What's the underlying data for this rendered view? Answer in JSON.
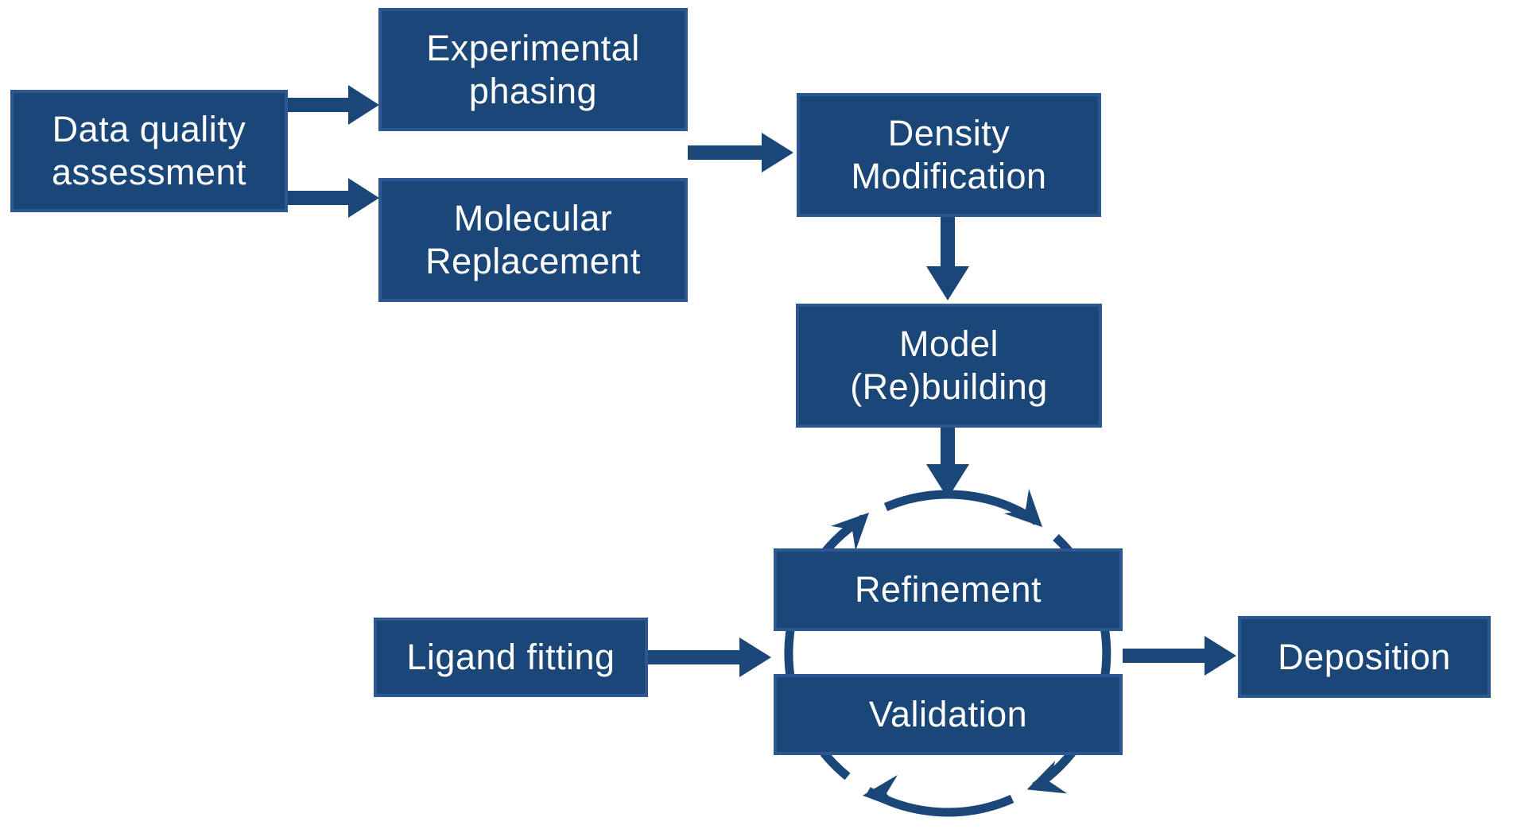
{
  "diagram": {
    "background_color": "#FFFFFF",
    "colors": {
      "box_fill": "#1B4678",
      "box_border": "#2C5792",
      "arrow": "#1B4678",
      "text": "#FFFFFF"
    },
    "nodes": {
      "data_quality": {
        "line1": "Data quality",
        "line2": "assessment"
      },
      "experimental_phasing": {
        "line1": "Experimental",
        "line2": "phasing"
      },
      "molecular_replacement": {
        "line1": "Molecular",
        "line2": "Replacement"
      },
      "density_modification": {
        "line1": "Density",
        "line2": "Modification"
      },
      "model_rebuilding": {
        "line1": "Model",
        "line2": "(Re)building"
      },
      "refinement": {
        "label": "Refinement"
      },
      "validation": {
        "label": "Validation"
      },
      "ligand_fitting": {
        "label": "Ligand fitting"
      },
      "deposition": {
        "label": "Deposition"
      }
    },
    "edges": [
      {
        "from": "data_quality",
        "to": "experimental_phasing",
        "type": "straight-arrow"
      },
      {
        "from": "data_quality",
        "to": "molecular_replacement",
        "type": "straight-arrow"
      },
      {
        "from": "experimental_phasing / molecular_replacement",
        "to": "density_modification",
        "type": "straight-arrow"
      },
      {
        "from": "density_modification",
        "to": "model_rebuilding",
        "type": "straight-arrow"
      },
      {
        "from": "model_rebuilding",
        "to": "refinement_validation_cycle",
        "type": "straight-arrow"
      },
      {
        "from": "ligand_fitting",
        "to": "refinement_validation_cycle",
        "type": "straight-arrow"
      },
      {
        "from": "refinement_validation_cycle",
        "to": "deposition",
        "type": "straight-arrow"
      }
    ],
    "cycle": {
      "between": [
        "refinement",
        "validation"
      ],
      "direction": "clockwise",
      "arrowhead_count": 4
    }
  }
}
